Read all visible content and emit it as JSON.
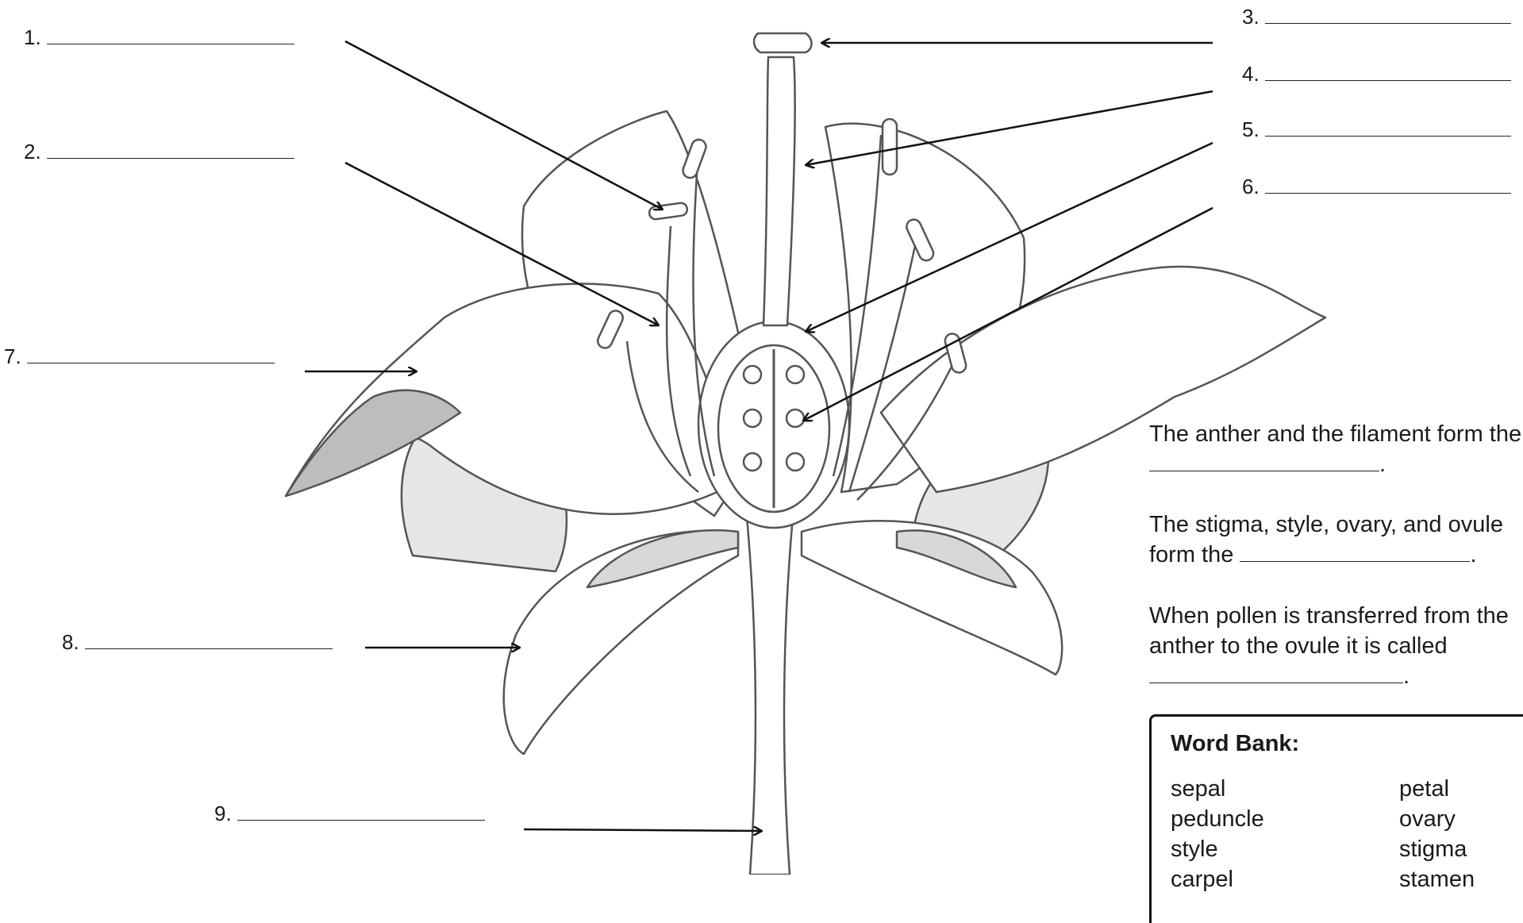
{
  "labels": [
    {
      "n": "1.",
      "text": "1."
    },
    {
      "n": "2.",
      "text": "2."
    },
    {
      "n": "3.",
      "text": "3."
    },
    {
      "n": "4.",
      "text": "4."
    },
    {
      "n": "5.",
      "text": "5."
    },
    {
      "n": "6.",
      "text": "6."
    },
    {
      "n": "7.",
      "text": "7."
    },
    {
      "n": "8.",
      "text": "8."
    },
    {
      "n": "9.",
      "text": "9."
    }
  ],
  "questions": {
    "q1_text": "The anther and the filament form the",
    "q2_text": "The stigma, style, ovary, and ovule",
    "q2_line2": "form the",
    "q3_text": "When pollen is transferred from the",
    "q3_line2": "anther to the ovule it is called"
  },
  "word_bank": {
    "title": "Word Bank:",
    "col1": [
      "sepal",
      "peduncle",
      "style",
      "carpel"
    ],
    "col2": [
      "petal",
      "ovary",
      "stigma",
      "stamen"
    ]
  }
}
